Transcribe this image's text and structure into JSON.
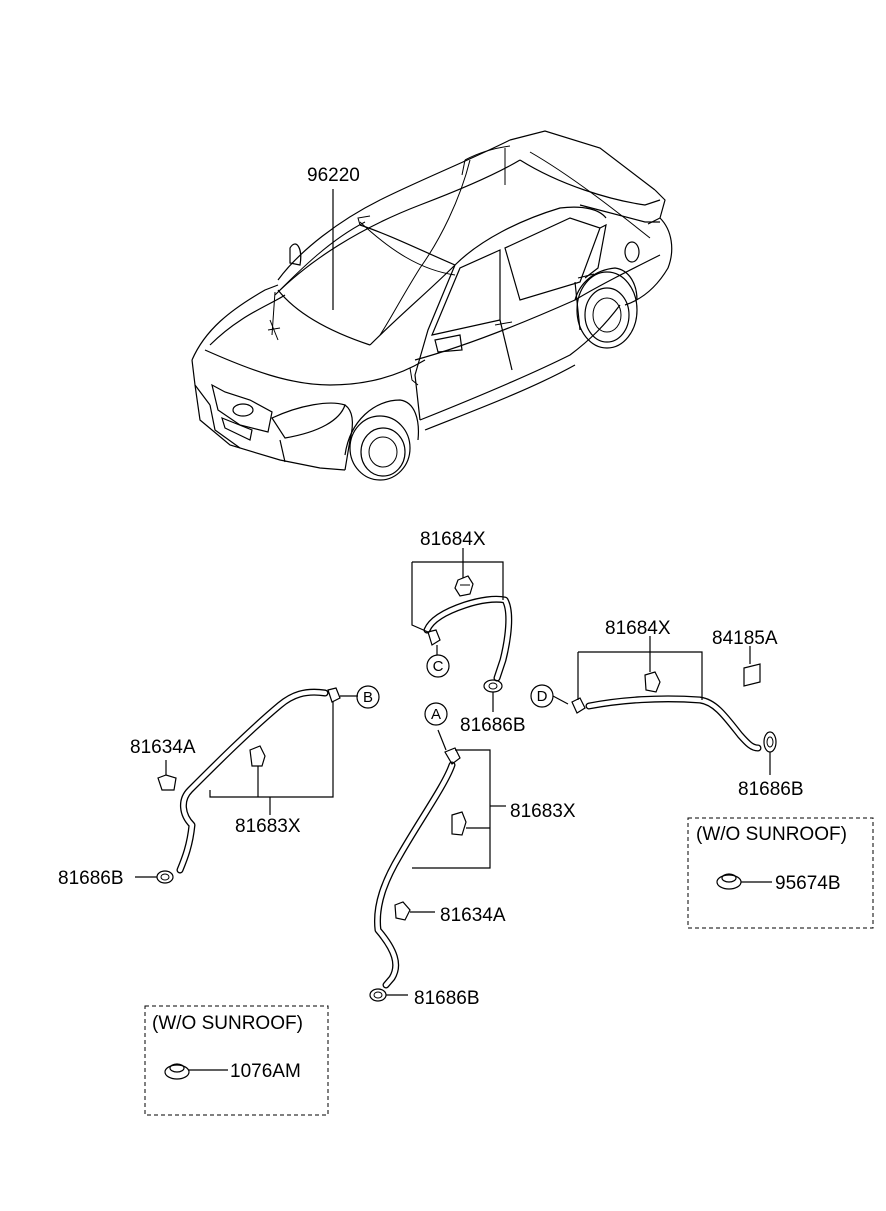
{
  "labels": {
    "wiring": "96220",
    "clip_top": "81684X",
    "clip_right": "81684X",
    "label_part": "84185A",
    "hose_left": "81683X",
    "hose_center": "81683X",
    "bracket_left": "81634A",
    "bracket_center": "81634A",
    "grommet_top": "81686B",
    "grommet_right": "81686B",
    "grommet_left": "81686B",
    "grommet_center": "81686B",
    "plug_left": "1076AM",
    "plug_right": "95674B"
  },
  "callouts": {
    "a": "A",
    "b": "B",
    "c": "C",
    "d": "D"
  },
  "option_boxes": {
    "left_title": "(W/O SUNROOF)",
    "right_title": "(W/O SUNROOF)"
  }
}
